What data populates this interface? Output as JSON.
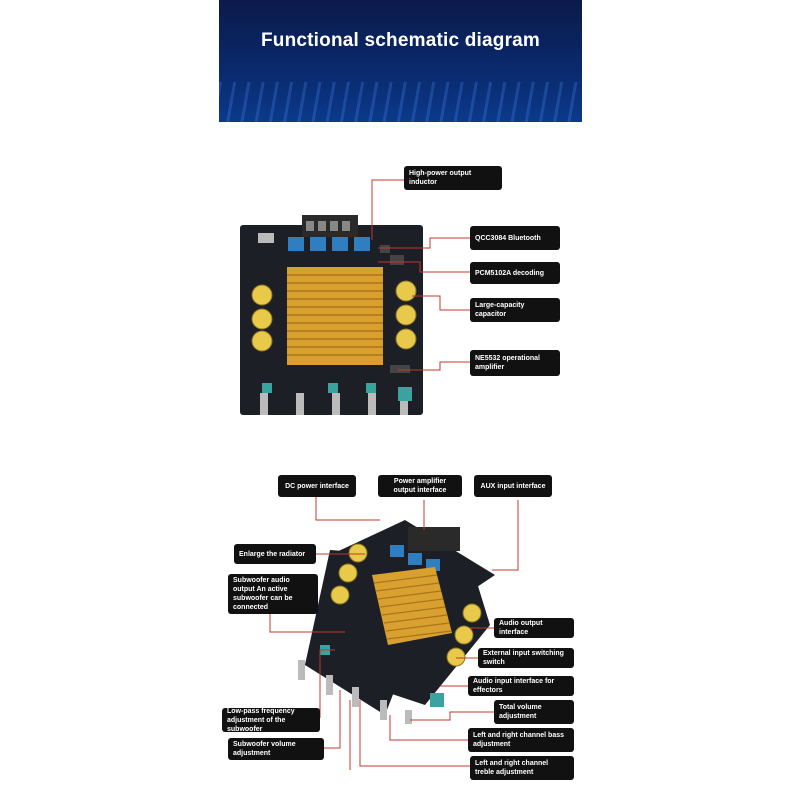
{
  "title": "Functional schematic diagram",
  "labels": {
    "inductor": "High-power output inductor",
    "qcc": "QCC3084 Bluetooth",
    "pcm": "PCM5102A decoding",
    "capacitor": "Large-capacity capacitor",
    "ne5532": "NE5532 operational amplifier",
    "dc": "DC power interface",
    "pa_out": "Power amplifier output interface",
    "aux": "AUX input interface",
    "radiator": "Enlarge the radiator",
    "sub_out": "Subwoofer audio output An active subwoofer can be connected",
    "audio_out": "Audio output interface",
    "ext_switch": "External input switching switch",
    "effectors": "Audio input interface for effectors",
    "total_vol": "Total volume adjustment",
    "bass": "Left and right channel bass adjustment",
    "lowpass": "Low-pass frequency adjustment of the subwoofer",
    "sub_vol": "Subwoofer volume adjustment",
    "treble": "Left and right channel treble adjustment"
  },
  "colors": {
    "leader": "#c0392b",
    "label_bg": "#111111",
    "heatsink": "#d9a030",
    "board": "#1c1f26"
  }
}
